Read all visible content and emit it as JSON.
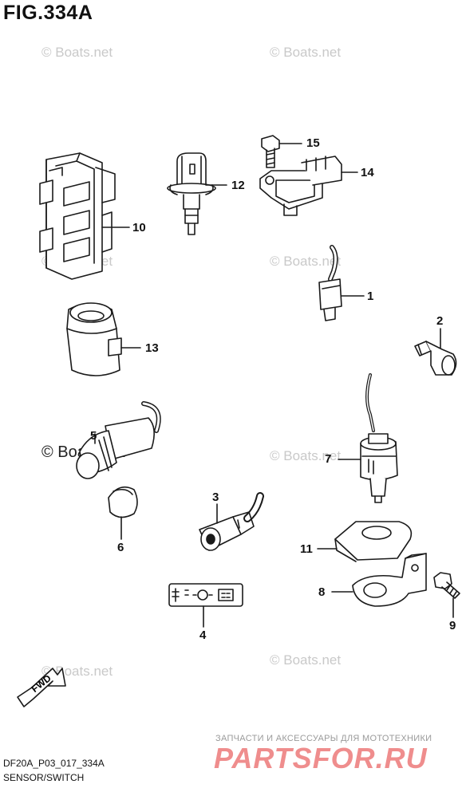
{
  "figure": {
    "title": "FIG.334A"
  },
  "watermark": "© Boats.net",
  "callouts": {
    "c1": "1",
    "c2": "2",
    "c3": "3",
    "c4": "4",
    "c5": "5",
    "c6": "6",
    "c7": "7",
    "c8": "8",
    "c9": "9",
    "c10": "10",
    "c11": "11",
    "c12": "12",
    "c13": "13",
    "c14": "14",
    "c15": "15"
  },
  "fwd_label": "FWD",
  "footer": {
    "ru_text": "ЗАПЧАСТИ И АКСЕССУАРЫ ДЛЯ МОТОТЕХНИКИ",
    "brand": "PARTSFOR.RU",
    "diagram_code": "DF20A_P03_017_334A",
    "caption": "SENSOR/SWITCH"
  }
}
